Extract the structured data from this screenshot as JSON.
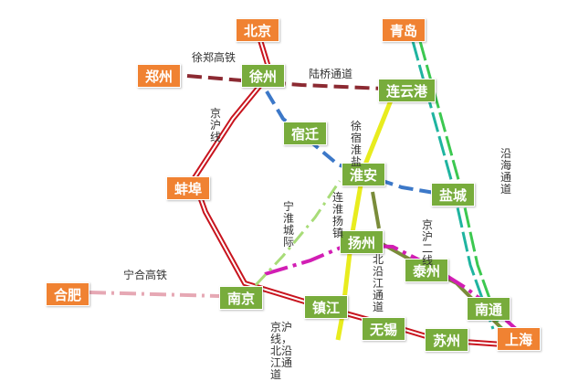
{
  "colors": {
    "orange_box": "#f08232",
    "green_box": "#78ac3c",
    "red_line": "#c8141e",
    "maroon_line": "#8c2a32",
    "blue_line": "#3c78c8",
    "yellow_line": "#e8ec1e",
    "olive_line": "#7a8c3a",
    "teal_line": "#1fb4a0",
    "green_line": "#3cc850",
    "magenta_line": "#d21eb4",
    "pink_line": "#e6a8b4",
    "light_green_line": "#a8dc78"
  },
  "cities": {
    "beijing": "北京",
    "qingdao": "青岛",
    "zhengzhou": "郑州",
    "xuzhou": "徐州",
    "lianyungang": "连云港",
    "suqian": "宿迁",
    "huaian": "淮安",
    "yancheng": "盐城",
    "bengbu": "蚌埠",
    "yangzhou": "扬州",
    "taizhou": "泰州",
    "hefei": "合肥",
    "nanjing": "南京",
    "zhenjiang": "镇江",
    "nantong": "南通",
    "wuxi": "无锡",
    "suzhou": "苏州",
    "shanghai": "上海"
  },
  "lines": {
    "xuzheng": "徐郑高铁",
    "luqiao": "陆桥通道",
    "jinghu": "京沪线",
    "ninghe": "宁合高铁",
    "ninghuai": "宁淮城际",
    "lianhuaiyang": "连淮扬镇",
    "xusuhuaiyan": "徐宿淮盐",
    "jinghu2": "京沪二线",
    "coastal": "沿海通道",
    "beiyanjiang": "北沿江通道",
    "jinghu_beiyanjiang": "京沪线，北沿江通道"
  }
}
